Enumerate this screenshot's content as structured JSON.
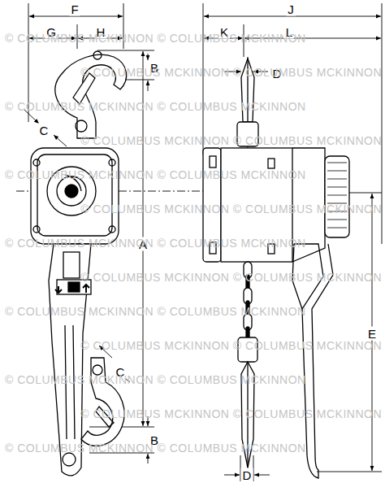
{
  "diagram": {
    "labels": [
      "F",
      "G",
      "H",
      "B",
      "C",
      "A",
      "C",
      "B",
      "J",
      "K",
      "L",
      "D",
      "E",
      "D",
      "© COLUMBUS MCKINNON © COLUMBUS MCKINNON",
      "© COLUMBUS MCKINNON © COLUMBUS MCKINNON",
      "© COLUMBUS MCKINNON © COLUMBUS MCKINNON",
      "© COLUMBUS MCKINNON © COLUMBUS MCKINNON",
      "© COLUMBUS MCKINNON © COLUMBUS MCKINNON",
      "© COLUMBUS MCKINNON © COLUMBUS MCKINNON",
      "© COLUMBUS MCKINNON © COLUMBUS MCKINNON",
      "© COLUMBUS MCKINNON © COLUMBUS MCKINNON",
      "© COLUMBUS MCKINNON © COLUMBUS MCKINNON",
      "© COLUMBUS MCKINNON © COLUMBUS MCKINNON",
      "© COLUMBUS MCKINNON © COLUMBUS MCKINNON",
      "© COLUMBUS MCKINNON © COLUMBUS MCKINNON",
      "© COLUMBUS MCKINNON © COLUMBUS MCKINNON"
    ]
  }
}
